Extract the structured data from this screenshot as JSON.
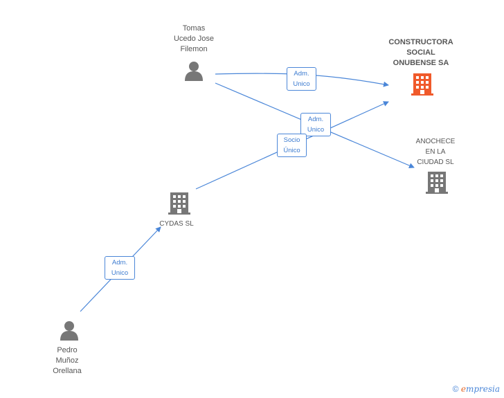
{
  "colors": {
    "edge": "#4a86d8",
    "person_icon": "#777777",
    "company_icon": "#777777",
    "main_company_icon": "#f05a2b",
    "label_text": "#555555",
    "relation_text": "#3c7bd0"
  },
  "nodes": {
    "tomas": {
      "type": "person",
      "label_lines": [
        "Tomas",
        "Ucedo Jose",
        "Filemon"
      ]
    },
    "constructora": {
      "type": "company-main",
      "label_lines": [
        "CONSTRUCTORA",
        "SOCIAL",
        "ONUBENSE SA"
      ]
    },
    "anochece": {
      "type": "company",
      "label_lines": [
        "ANOCHECE",
        "EN LA",
        "CIUDAD SL"
      ]
    },
    "cydas": {
      "type": "company",
      "label_lines": [
        "CYDAS SL"
      ]
    },
    "pedro": {
      "type": "person",
      "label_lines": [
        "Pedro",
        "Muñoz",
        "Orellana"
      ]
    }
  },
  "relations": {
    "tomas_constructora": {
      "lines": [
        "Adm.",
        "Unico"
      ]
    },
    "tomas_anochece": {
      "lines": [
        "Adm.",
        "Unico"
      ]
    },
    "cydas_constructora": {
      "lines": [
        "Socio",
        "Único"
      ]
    },
    "pedro_cydas": {
      "lines": [
        "Adm.",
        "Unico"
      ]
    }
  },
  "watermark": {
    "copyright_symbol": "©",
    "brand_initial": "e",
    "brand_rest": "mpresia"
  }
}
